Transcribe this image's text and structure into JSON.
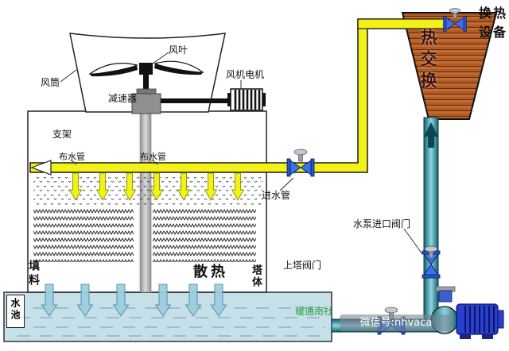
{
  "diagram": {
    "labels": {
      "fan_blade": "风叶",
      "fan_motor": "风机电机",
      "wind_tube": "风筒",
      "reducer": "减速器",
      "support": "支架",
      "water_dist_pipe_left": "布水管",
      "water_dist_pipe_right": "布水管",
      "inlet_pipe": "进水管",
      "fill_material": "填料",
      "heat_dissipation": "散热",
      "tower_body": "塔体",
      "water_pool": "水池",
      "heat_exchange_equipment": "换热设备",
      "heat_exchange": "热交换",
      "pump_inlet_valve": "水泵进口阀门",
      "upper_tower_valve": "上塔阀门"
    },
    "watermarks": {
      "publisher": "暖通南社",
      "wechat": "微信号:nhvaca"
    },
    "colors": {
      "hot_pipe_yellow": "#f2f218",
      "cold_pipe_teal": "#14606f",
      "heat_exchanger_brick": "#b05a26",
      "pool_water": "#c6e0ea",
      "pump_blue": "#2a3fd0",
      "valve_blue": "#3a6ff0",
      "watermark_green": "#2f9e44"
    }
  }
}
